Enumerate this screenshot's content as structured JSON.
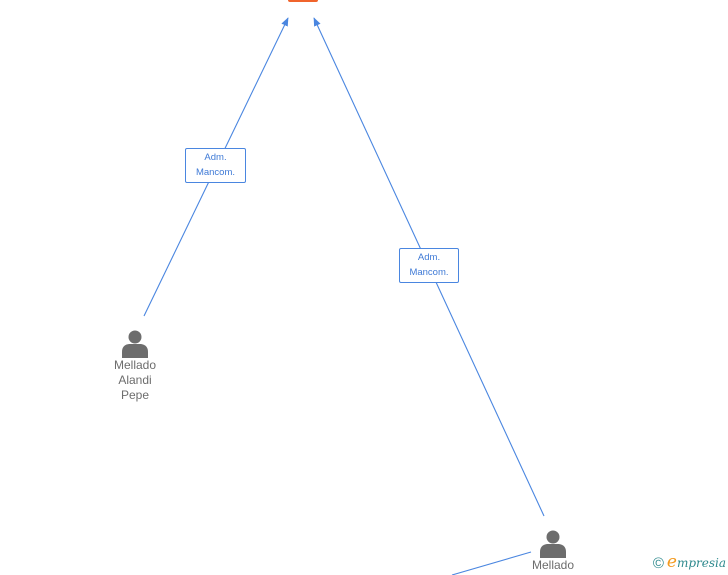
{
  "diagram": {
    "edges": [
      {
        "label_line1": "Adm.",
        "label_line2": "Mancom."
      },
      {
        "label_line1": "Adm.",
        "label_line2": "Mancom."
      }
    ],
    "nodes": [
      {
        "name_line1": "Mellado",
        "name_line2": "Alandi",
        "name_line3": "Pepe"
      },
      {
        "name_line1": "Mellado"
      }
    ]
  },
  "colors": {
    "edge": "#4a86e0",
    "company_node": "#f0642c",
    "person_icon": "#6d6d6d",
    "brand_accent": "#f39a1f",
    "brand_main": "#2f8a8e"
  },
  "footer": {
    "copyright_symbol": "©",
    "brand_initial": "e",
    "brand_rest": "mpresia"
  }
}
